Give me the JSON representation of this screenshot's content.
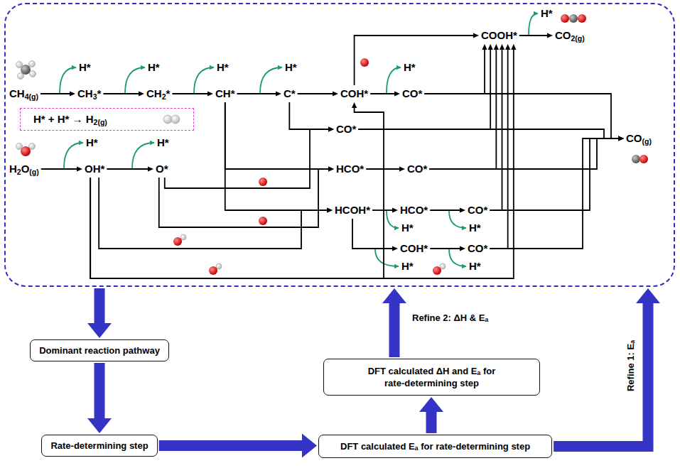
{
  "diagram": {
    "nodes": [
      {
        "text": []
      },
      {
        "text": [
          "CH4(g)"
        ],
        "in": 0
      },
      {
        "text": [
          "CH3*"
        ],
        "in": 0
      },
      {
        "text": [
          "CH2*"
        ],
        "in": 0
      },
      {
        "text": [
          "CH*"
        ],
        "in": 0
      },
      {
        "text": [
          "C*"
        ],
        "in": 0
      },
      {
        "text": [
          "H2O(g)"
        ],
        "in": 0
      },
      {
        "text": [
          "OH*"
        ],
        "in": 0
      },
      {
        "text": [
          "O*"
        ],
        "in": 0
      },
      {
        "text": [
          "H* + H* → H2(g)"
        ],
        "in": 0
      },
      {
        "text": [
          "COH*"
        ],
        "in": 0
      },
      {
        "text": [
          "CO*"
        ],
        "in": 0
      },
      {
        "text": [
          "COOH*"
        ],
        "in": 0
      },
      {
        "text": [
          "CO2(g)"
        ],
        "in": 0
      },
      {
        "text": [
          "CO*"
        ],
        "in": 0
      },
      {
        "text": [
          "HCO*"
        ],
        "in": 0
      },
      {
        "text": [
          "CO*"
        ],
        "in": 0
      },
      {
        "text": [
          "HCOH*"
        ],
        "in": 0
      },
      {
        "text": [
          "HCO*"
        ],
        "in": 0
      },
      {
        "text": [
          "CO*"
        ],
        "in": 0
      },
      {
        "text": [
          "COH*"
        ],
        "in": 0
      },
      {
        "text": [
          "CO*"
        ],
        "in": 0
      },
      {
        "text": [
          "CO(g)"
        ],
        "in": 0
      },
      {
        "text": [
          "Dominant reaction pathway"
        ]
      },
      {
        "text": [
          "DFT calculated ΔH and Eₐ for rate-determining step"
        ]
      },
      {
        "text": [
          "Rate-determining step"
        ]
      },
      {
        "text": [
          "DFT calculated Eₐ for rate-determining step"
        ]
      }
    ],
    "edges": [
      {
        "from": 1,
        "to": 2,
        "arrow": "to"
      },
      {
        "from": 2,
        "to": 3,
        "arrow": "to"
      },
      {
        "from": 3,
        "to": 4,
        "arrow": "to"
      },
      {
        "from": 4,
        "to": 5,
        "arrow": "to"
      },
      {
        "from": 6,
        "to": 7,
        "arrow": "to"
      },
      {
        "from": 7,
        "to": 8,
        "arrow": "to"
      },
      {
        "from": 5,
        "to": 10,
        "arrow": "to"
      },
      {
        "from": 7,
        "to": 10,
        "arrow": "to"
      },
      {
        "from": 5,
        "to": 14,
        "arrow": "to"
      },
      {
        "from": 8,
        "to": 14,
        "arrow": "to"
      },
      {
        "from": 4,
        "to": 15,
        "arrow": "to"
      },
      {
        "from": 8,
        "to": 15,
        "arrow": "to"
      },
      {
        "from": 4,
        "to": 17,
        "arrow": "to"
      },
      {
        "from": 7,
        "to": 17,
        "arrow": "to"
      },
      {
        "from": 10,
        "to": 11,
        "arrow": "to"
      },
      {
        "from": 10,
        "to": 12,
        "arrow": "to"
      },
      {
        "from": 15,
        "to": 16,
        "arrow": "to"
      },
      {
        "from": 17,
        "to": 18,
        "arrow": "to"
      },
      {
        "from": 18,
        "to": 19,
        "arrow": "to"
      },
      {
        "from": 17,
        "to": 20,
        "arrow": "to"
      },
      {
        "from": 20,
        "to": 21,
        "arrow": "to"
      },
      {
        "from": 11,
        "to": 12,
        "arrow": "to"
      },
      {
        "from": 14,
        "to": 12,
        "arrow": "to"
      },
      {
        "from": 16,
        "to": 12,
        "arrow": "to"
      },
      {
        "from": 19,
        "to": 12,
        "arrow": "to"
      },
      {
        "from": 21,
        "to": 12,
        "arrow": "to"
      },
      {
        "from": 7,
        "to": 12,
        "arrow": "to"
      },
      {
        "from": 11,
        "to": 22,
        "arrow": "to"
      },
      {
        "from": 14,
        "to": 22,
        "arrow": "to"
      },
      {
        "from": 16,
        "to": 22,
        "arrow": "to"
      },
      {
        "from": 19,
        "to": 22,
        "arrow": "to"
      },
      {
        "from": 21,
        "to": 22,
        "arrow": "to"
      },
      {
        "from": 12,
        "to": 13,
        "arrow": "to"
      },
      {
        "from": 0,
        "to": 23,
        "arrow": "to"
      },
      {
        "from": 23,
        "to": 25,
        "arrow": "to"
      },
      {
        "from": 25,
        "to": 26,
        "arrow": "to"
      },
      {
        "from": 26,
        "to": 24,
        "arrow": "to"
      },
      {
        "from": 24,
        "to": 0,
        "label": "Refine 2: ΔH & Eₐ",
        "arrow": "to"
      },
      {
        "from": 26,
        "to": 0,
        "label": "Refine 1: Eₐ",
        "arrow": "to"
      }
    ],
    "labels": [
      "H*",
      "H*",
      "H*",
      "H*",
      "H*",
      "H*",
      "H*",
      "H*",
      "H*",
      "H*",
      "H*",
      "H*"
    ]
  }
}
